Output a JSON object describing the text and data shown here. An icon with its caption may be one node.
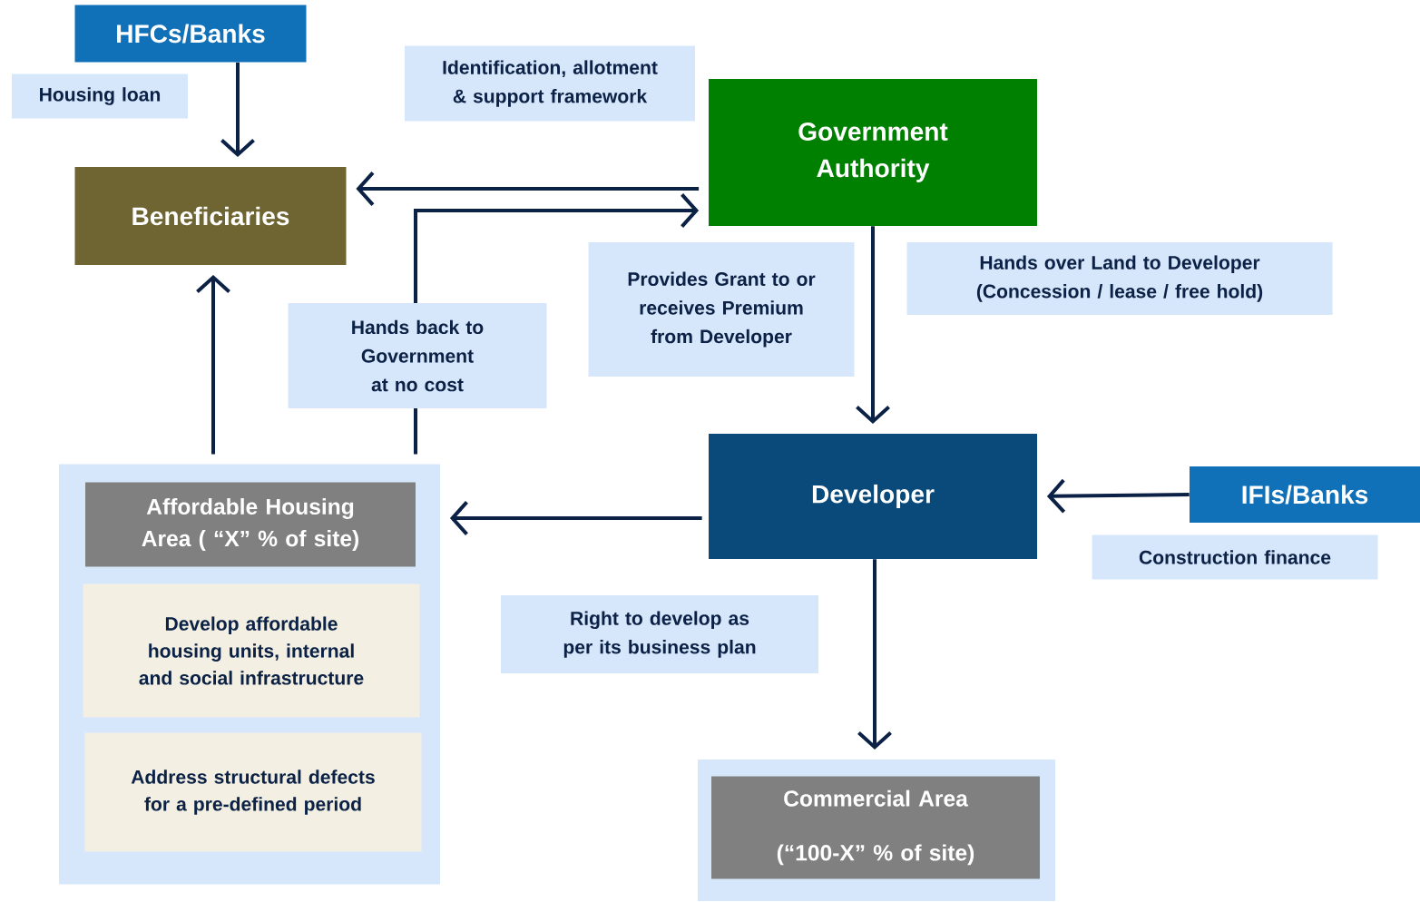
{
  "diagram": {
    "nodes": [
      {
        "text": [
          "HFCs/Banks"
        ]
      },
      {
        "text": [
          "Beneficiaries"
        ]
      },
      {
        "text": [
          "Government Authority"
        ]
      },
      {
        "text": [
          "Developer"
        ]
      },
      {
        "text": [
          "IFIs/Banks"
        ]
      },
      {
        "text": [],
        "shape": "box"
      },
      {
        "text": [
          "Affordable Housing Area ( “X” % of site)"
        ],
        "in": 5
      },
      {
        "text": [
          "Develop affordable housing units, internal and social infrastructure"
        ],
        "in": 5
      },
      {
        "text": [
          "Address structural defects for a pre-defined period"
        ],
        "in": 5
      },
      {
        "text": [],
        "shape": "box"
      },
      {
        "text": [
          "Commercial Area",
          "(“100-X” % of site)"
        ],
        "in": 9
      }
    ],
    "edges": [
      {
        "from": 0,
        "to": 1,
        "arrow": "to"
      },
      {
        "from": 2,
        "to": 1,
        "arrow": "to"
      },
      {
        "from": 5,
        "to": 2,
        "arrow": "to",
        "label": "Hands back to Government at no cost"
      },
      {
        "from": 2,
        "to": 3,
        "arrow": "to"
      },
      {
        "from": 4,
        "to": 3,
        "arrow": "to"
      },
      {
        "from": 3,
        "to": 5,
        "arrow": "to"
      },
      {
        "from": 3,
        "to": 9,
        "arrow": "to"
      },
      {
        "from": 5,
        "to": 1,
        "arrow": "to"
      }
    ],
    "labels": [
      "Housing loan",
      "Identification, allotment & support framework",
      "Provides Grant to or receives Premium from Developer",
      "Hands over Land to Developer (Concession / lease / free hold)",
      "Construction finance",
      "Right to develop as per its business plan"
    ]
  }
}
